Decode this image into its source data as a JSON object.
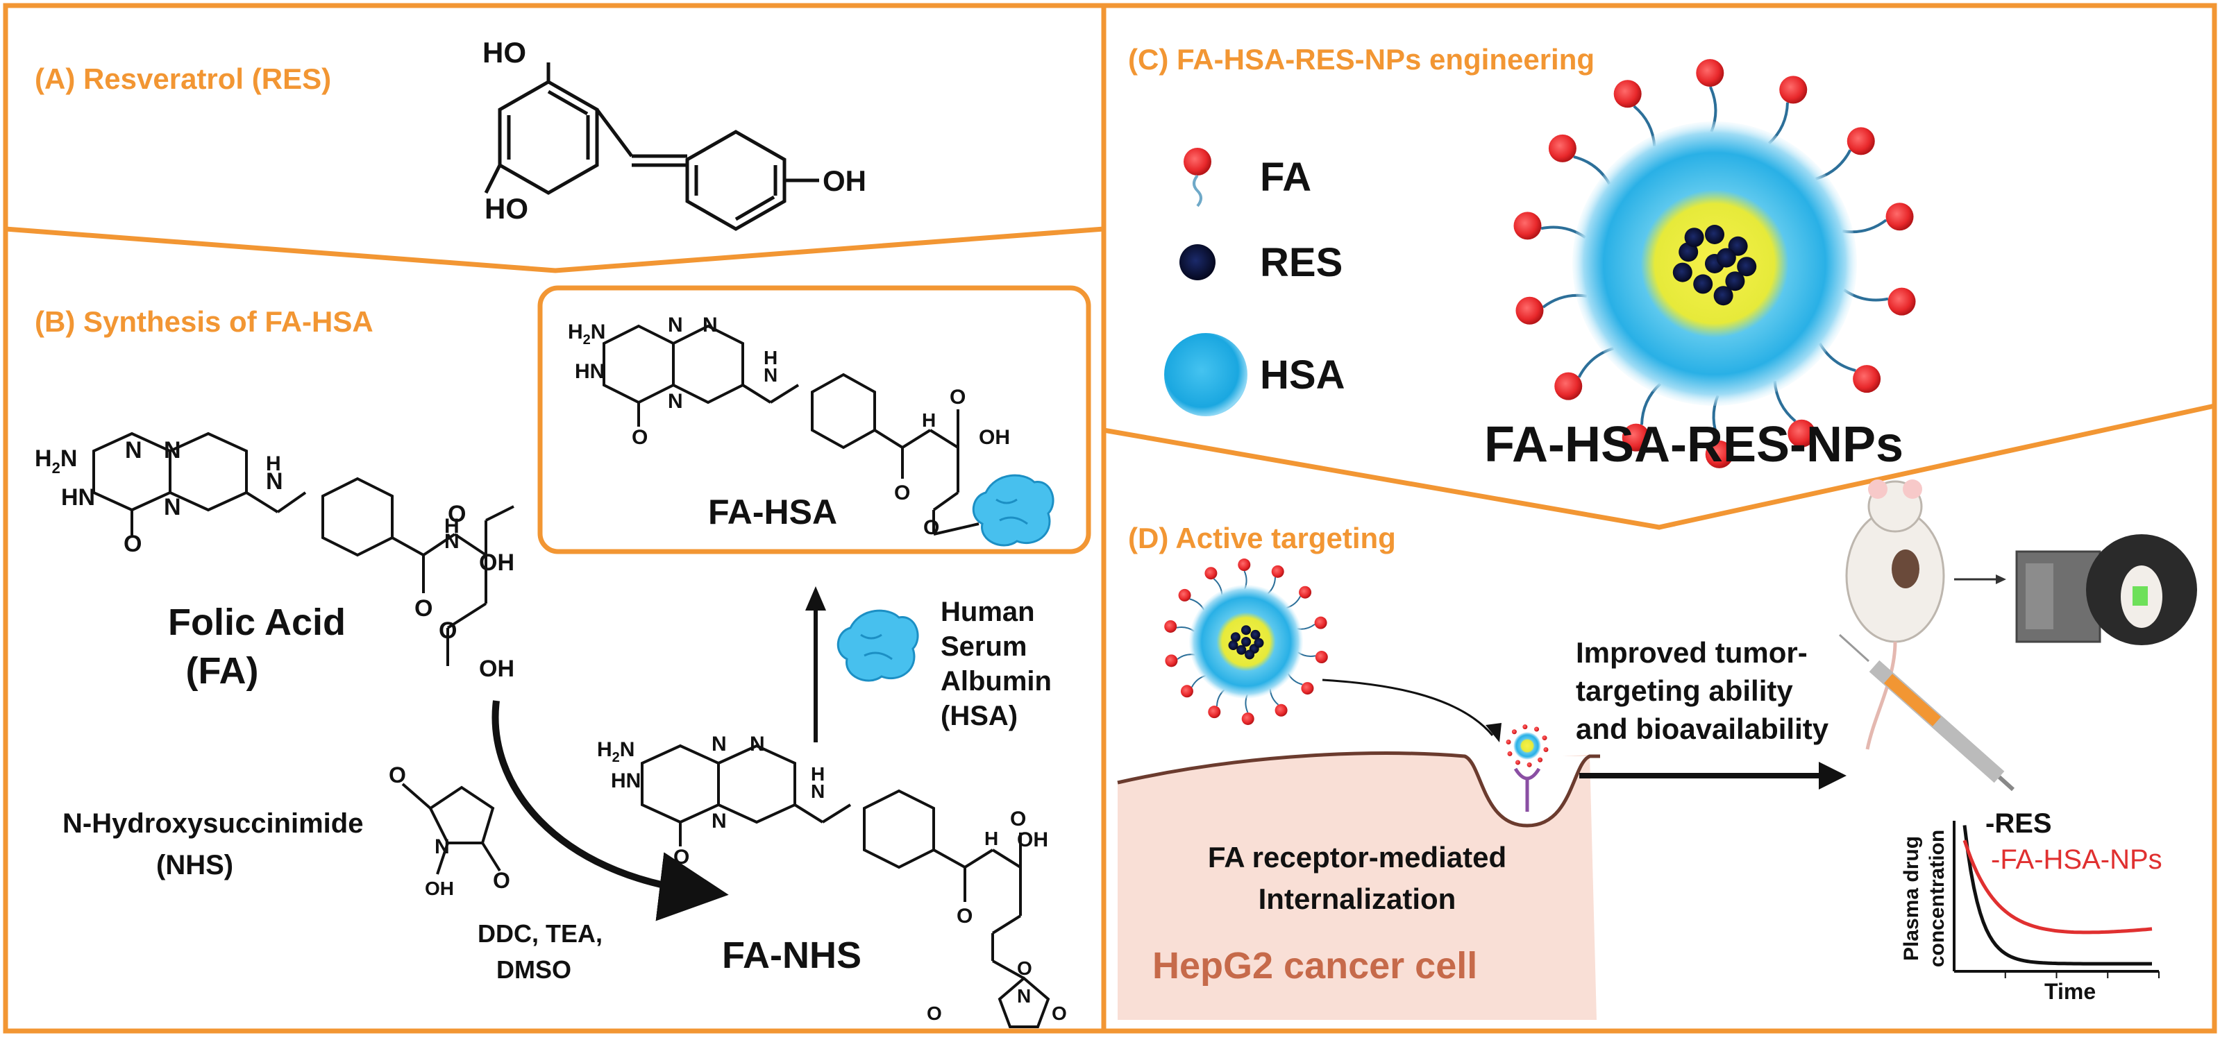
{
  "colors": {
    "frame": "#f29633",
    "heading": "#f29633",
    "text": "#111111",
    "hsa_blue": "#33b5e5",
    "hsa_light": "#aee2f7",
    "core_yellow": "#f1ec4a",
    "fa_red": "#e8282b",
    "res_dark": "#0d1440",
    "cell_pink": "#f9dfd6",
    "cell_text": "#c66a4a",
    "fa_nps_red": "#e03030"
  },
  "panel_a": {
    "heading": "(A) Resveratrol (RES)",
    "ho_top": "HO",
    "ho_bottom": "HO",
    "oh_right": "OH"
  },
  "panel_b": {
    "heading": "(B) Synthesis of FA-HSA",
    "folic_acid_label": "Folic Acid",
    "folic_acid_abbr": "(FA)",
    "nhs_label": "N-Hydroxysuccinimide",
    "nhs_abbr": "(NHS)",
    "reagents": [
      "DDC, TEA,",
      "DMSO"
    ],
    "fa_nhs_label": "FA-NHS",
    "fa_hsa_label": "FA-HSA",
    "hsa_label": [
      "Human",
      "Serum",
      "Albumin",
      "(HSA)"
    ],
    "atoms": {
      "h2n": "H",
      "h2n_sub": "2",
      "h2n_n": "N",
      "n": "N",
      "hn": "HN",
      "h": "H",
      "o": "O",
      "oh": "OH",
      "nh_n": "N",
      "nh_h": "H"
    }
  },
  "panel_c": {
    "heading": "(C) FA-HSA-RES-NPs engineering",
    "legend": [
      "FA",
      "RES",
      "HSA"
    ],
    "np_label": "FA-HSA-RES-NPs"
  },
  "panel_d": {
    "heading": "(D) Active targeting",
    "receptor_label": [
      "FA receptor-mediated",
      "Internalization"
    ],
    "cell_label": "HepG2 cancer cell",
    "arrow_label": [
      "Improved tumor-",
      "targeting ability",
      "and bioavailability"
    ],
    "chart_ylabel": [
      "Plasma drug",
      "concentration"
    ],
    "chart_xlabel": "Time"
  },
  "chart_data": {
    "type": "line",
    "title": "",
    "xlabel": "Time",
    "ylabel": "Plasma drug concentration",
    "series": [
      {
        "name": "-RES",
        "color": "#111111",
        "shape": "fast exponential decay"
      },
      {
        "name": "-FA-HSA-NPs",
        "color": "#e03030",
        "shape": "slow decay then plateau"
      }
    ],
    "legend": "top-right",
    "grid": false
  }
}
